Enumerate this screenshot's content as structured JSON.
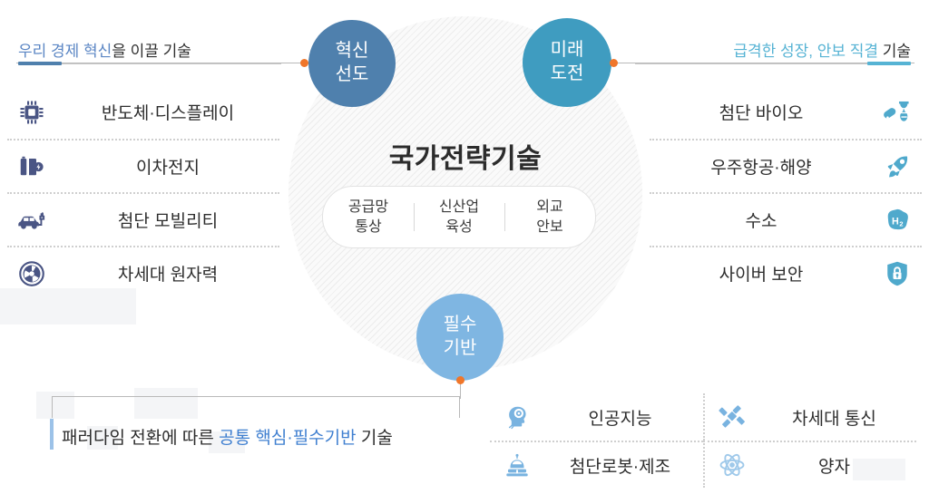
{
  "center": {
    "title": "국가전략기술",
    "pills": [
      {
        "line1": "공급망",
        "line2": "통상"
      },
      {
        "line1": "신산업",
        "line2": "육성"
      },
      {
        "line1": "외교",
        "line2": "안보"
      }
    ]
  },
  "nodes": {
    "innovation": {
      "line1": "혁신",
      "line2": "선도",
      "color": "#4f80ad"
    },
    "future": {
      "line1": "미래",
      "line2": "도전",
      "color": "#3f9cc0"
    },
    "essential": {
      "line1": "필수",
      "line2": "기반",
      "color": "#7fb6e2"
    }
  },
  "left_header": {
    "highlight": "우리 경제 혁신",
    "rest": "을 이끌 기술",
    "accent_color": "#4f80ad"
  },
  "right_header": {
    "highlight": "급격한 성장, 안보 직결",
    "rest": " 기술",
    "accent_color": "#56b3d4"
  },
  "left_items": [
    {
      "label": "반도체·디스플레이",
      "icon": "chip-icon"
    },
    {
      "label": "이차전지",
      "icon": "battery-icon"
    },
    {
      "label": "첨단 모빌리티",
      "icon": "ev-car-icon"
    },
    {
      "label": "차세대 원자력",
      "icon": "radiation-icon"
    }
  ],
  "right_items": [
    {
      "label": "첨단 바이오",
      "icon": "pill-dna-icon"
    },
    {
      "label": "우주항공·해양",
      "icon": "rocket-icon"
    },
    {
      "label": "수소",
      "icon": "hydrogen-icon"
    },
    {
      "label": "사이버 보안",
      "icon": "shield-lock-icon"
    }
  ],
  "caption": {
    "prefix": "패러다임 전환에 따른 ",
    "highlight": "공통 핵심·필수기반",
    "suffix": " 기술",
    "highlight_color": "#3f7fd0"
  },
  "bottom_items": [
    {
      "label": "인공지능",
      "icon": "ai-head-icon"
    },
    {
      "label": "차세대 통신",
      "icon": "satellite-icon"
    },
    {
      "label": "첨단로봇·제조",
      "icon": "robot-icon"
    },
    {
      "label": "양자",
      "icon": "atom-icon"
    }
  ],
  "colors": {
    "left_icon": "#4a5584",
    "right_icon": "#4fa9cc",
    "bottom_icon": "#79b3e0",
    "connector_dot": "#f0762a"
  }
}
